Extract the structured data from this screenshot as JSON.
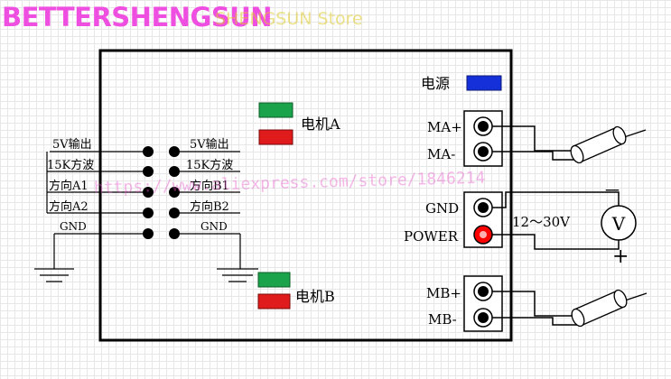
{
  "brand": {
    "title": "BETTERSHENGSUN",
    "ghost_text": "SHENGSUN Store",
    "watermark": "https://www.aliexpress.com/store/1846214",
    "title_color": "#ef4fe0"
  },
  "board": {
    "left_signals": [
      "5V输出",
      "15K方波",
      "方向A1",
      "方向A2",
      "GND"
    ],
    "right_signals": [
      "5V输出",
      "15K方波",
      "方向B1",
      "方向B2",
      "GND"
    ],
    "motor_a_label": "电机A",
    "motor_b_label": "电机B",
    "power_label": "电源",
    "motor_a_pins": [
      "MA+",
      "MA-"
    ],
    "power_pins": [
      "GND",
      "POWER"
    ],
    "motor_b_pins": [
      "MB+",
      "MB-"
    ],
    "voltage_label": "12～30V",
    "meter_symbol": "V",
    "minus_sign": "－",
    "plus_sign": "+"
  },
  "colors": {
    "indicator_green": "#1aa34a",
    "indicator_red": "#e01b1b",
    "power_led": "#1530d8",
    "power_terminal_dot": "#ff0000"
  }
}
